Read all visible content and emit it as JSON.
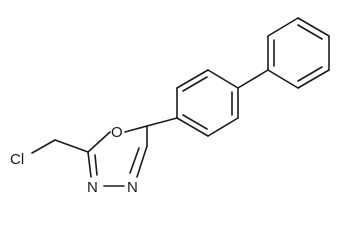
{
  "molecule": {
    "atoms": {
      "oxygen": "O",
      "nitrogen_left": "N",
      "nitrogen_right": "N",
      "chlorine": "Cl"
    },
    "color": "#1a1a1a"
  }
}
